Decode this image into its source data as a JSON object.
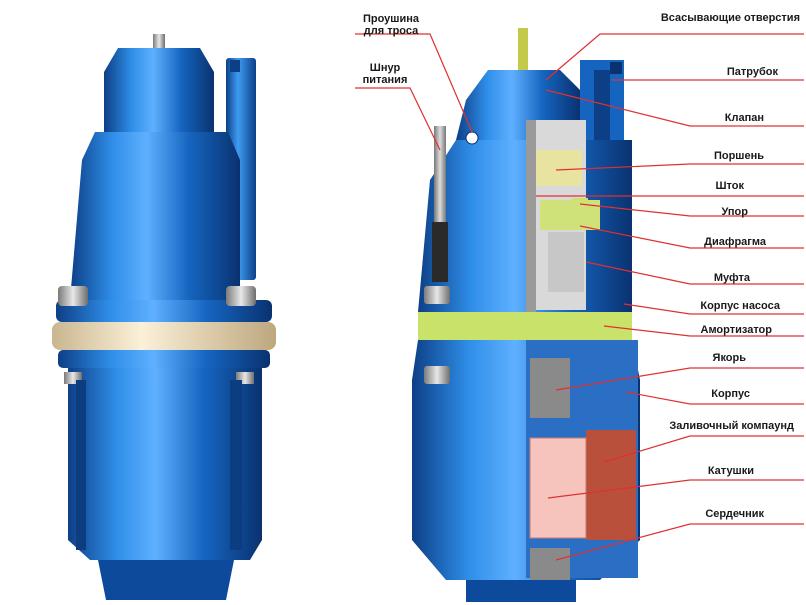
{
  "labels": {
    "left": {
      "cable_eye": [
        "Проушина",
        "для троса"
      ],
      "power_cord": [
        "Шнур",
        "питания"
      ]
    },
    "right": {
      "suction_holes": "Всасывающие отверстия",
      "outlet_pipe": "Патрубок",
      "valve": "Клапан",
      "piston": "Поршень",
      "rod": "Шток",
      "stop": "Упор",
      "diaphragm": "Диафрагма",
      "coupling": "Муфта",
      "pump_housing": "Корпус насоса",
      "shock_absorber": "Амортизатор",
      "armature": "Якорь",
      "housing": "Корпус",
      "filling_compound": "Заливочный компаунд",
      "coils": "Катушки",
      "core": "Сердечник"
    }
  },
  "colors": {
    "body_blue": "#1565c0",
    "body_blue_light": "#2f8ee8",
    "body_blue_dark": "#0d3f86",
    "band_cream": "#f0e2c4",
    "shock_absorber_green": "#c9e36a",
    "coil_pink": "#f6c4bd",
    "compound_brown": "#b8503c",
    "armature_gray": "#8a8a8a",
    "leader_red": "#e03030",
    "leader_gray": "#9a9a9a"
  }
}
